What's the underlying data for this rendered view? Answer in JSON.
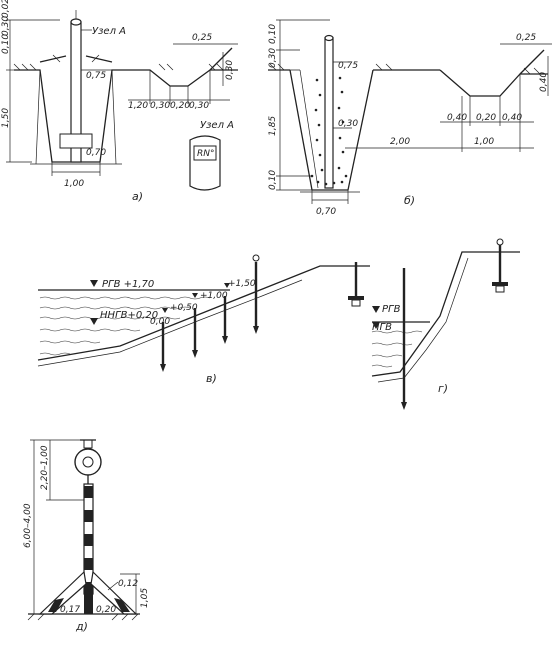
{
  "panel_a": {
    "caption": "а)",
    "node_label": "Узел А",
    "node_label_2": "Узел А",
    "plate_text": "RN°",
    "dims": {
      "top_0_10": "0,10",
      "top_0_30": "0,30",
      "top_0_02": "0,02",
      "depth_1_50": "1,50",
      "w_0_75": "0,75",
      "w_0_70": "0,70",
      "base_1_00": "1,00",
      "w_0_25": "0,25",
      "w_0_30": "0,30",
      "row_1_20": "1,20",
      "row_0_30a": "0,30",
      "row_0_20": "0,20",
      "row_0_30b": "0,30"
    }
  },
  "panel_b": {
    "caption": "б)",
    "dims": {
      "top_0_10": "0,10",
      "top_0_30": "0,30",
      "depth_1_85": "1,85",
      "bot_0_10": "0,10",
      "w_0_75": "0,75",
      "w_0_30": "0,30",
      "base_0_70": "0,70",
      "span_2_00": "2,00",
      "w_0_25": "0,25",
      "side_0_40": "0,40",
      "row_0_40a": "0,40",
      "row_0_20": "0,20",
      "row_0_40b": "0,40",
      "span_1_00": "1,00"
    }
  },
  "panel_c": {
    "caption": "в)",
    "rgv": "РГВ +1,70",
    "nngv": "ННГВ+0,20",
    "mark_1_50": "+1,50",
    "mark_1_00": "+1,00",
    "mark_0_50": "+0,50",
    "mark_0_00": "0,00"
  },
  "panel_g": {
    "caption": "г)",
    "rgv": "РГВ",
    "ngv": "НГВ"
  },
  "panel_d": {
    "caption": "д)",
    "dims": {
      "height": "6,00–4,00",
      "top_range": "2,20–1,00",
      "base_1_05": "1,05",
      "d_0_12": "0,12",
      "d_0_17": "0,17",
      "d_0_20": "0,20"
    }
  }
}
